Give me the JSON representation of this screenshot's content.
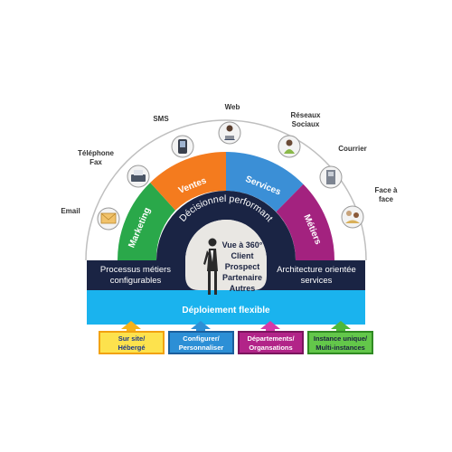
{
  "channels": [
    {
      "label": "Email",
      "icon": "envelope-icon"
    },
    {
      "label": "Téléphone",
      "label2": "Fax",
      "icon": "fax-icon"
    },
    {
      "label": "SMS",
      "icon": "phone-icon"
    },
    {
      "label": "Web",
      "icon": "web-user-icon"
    },
    {
      "label": "Réseaux",
      "label2": "Sociaux",
      "icon": "social-user-icon"
    },
    {
      "label": "Courrier",
      "icon": "mailbox-icon"
    },
    {
      "label": "Face à",
      "label2": "face",
      "icon": "meeting-icon"
    }
  ],
  "segments": [
    {
      "label": "Marketing",
      "color": "#2aa84a"
    },
    {
      "label": "Ventes",
      "color": "#f47b1e"
    },
    {
      "label": "Services",
      "color": "#3b8fd6"
    },
    {
      "label": "Métiers",
      "color": "#a3227f"
    }
  ],
  "ring_label": "Décisionnel performant",
  "center_lines": [
    "Vue à 360°",
    "Client",
    "Prospect",
    "Partenaire",
    "Autres"
  ],
  "band": {
    "left_line1": "Processus métiers",
    "left_line2": "configurables",
    "right_line1": "Architecture orientée",
    "right_line2": "services"
  },
  "deploy_label": "Déploiement flexible",
  "boxes": [
    {
      "line1": "Sur site/",
      "line2": "Hébergé",
      "fill": "#fde24d",
      "border": "#f2a20f",
      "text": "#1d3a8a",
      "arrow": "#f7b21a"
    },
    {
      "line1": "Configurer/",
      "line2": "Personnaliser",
      "fill": "#2c8fd6",
      "border": "#1b5e9c",
      "text": "#ffffff",
      "arrow": "#2d8fd6"
    },
    {
      "line1": "Départements/",
      "line2": "Organsations",
      "fill": "#b22488",
      "border": "#7a155d",
      "text": "#ffffff",
      "arrow": "#d63aa8"
    },
    {
      "line1": "Instance unique/",
      "line2": "Multi-instances",
      "fill": "#63c74a",
      "border": "#2f8a22",
      "text": "#1b2340",
      "arrow": "#4fb83a"
    }
  ],
  "colors": {
    "navy": "#1a2444",
    "cyan": "#1ab3ee",
    "outline": "#bfbfbf"
  }
}
